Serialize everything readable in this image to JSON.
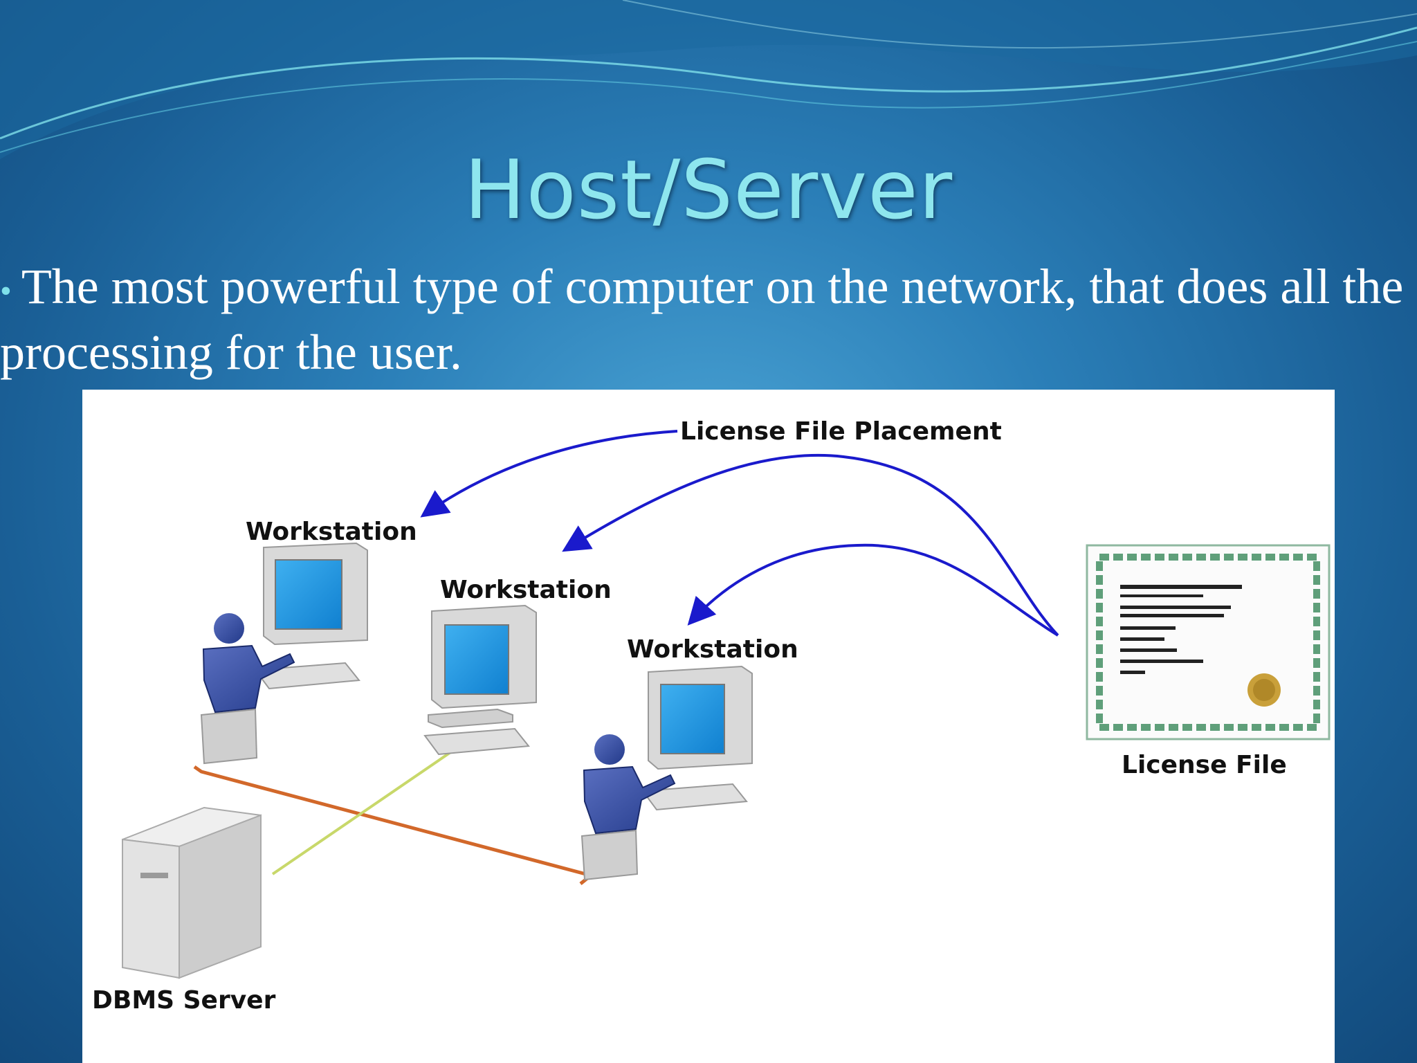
{
  "slide": {
    "title": "Host/Server",
    "bullet_text": "The most powerful type of computer on the network, that does all  the processing for the user."
  },
  "diagram": {
    "placement_label": "License File Placement",
    "workstation_1": "Workstation",
    "workstation_2": "Workstation",
    "workstation_3": "Workstation",
    "server_label": "DBMS Server",
    "license_label": "License File"
  },
  "colors": {
    "title": "#8ee6ee",
    "arrow": "#1a1acc",
    "link_orange": "#d2682a",
    "link_yellow": "#c8d86a"
  }
}
